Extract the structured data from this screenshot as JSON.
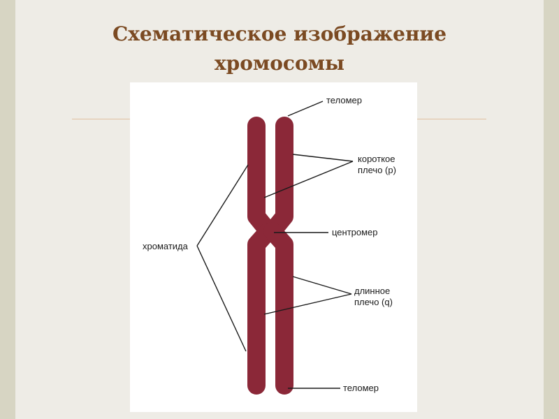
{
  "slide": {
    "title_line1": "Схематическое изображение",
    "title_line2": "хромосомы"
  },
  "diagram": {
    "labels": {
      "telomere_top": "теломер",
      "short_arm_line1": "короткое",
      "short_arm_line2": "плечо (p)",
      "centromere": "центромер",
      "long_arm_line1": "длинное",
      "long_arm_line2": "плечо (q)",
      "telomere_bottom": "теломер",
      "chromatid": "хроматида"
    },
    "colors": {
      "chromosome": "#8b2838",
      "leader_lines": "#1a1a1a"
    }
  }
}
